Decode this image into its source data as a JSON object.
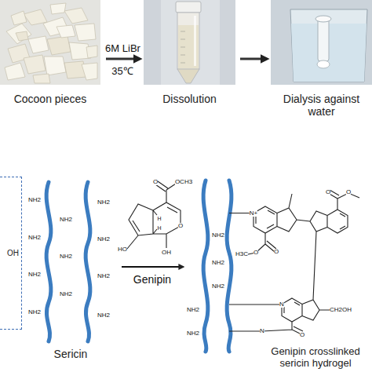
{
  "diagram": {
    "nodes": [
      {
        "text": [
          "Cocoon pieces"
        ]
      },
      {
        "text": [
          "Dissolution"
        ]
      },
      {
        "text": [
          "Dialysis against water"
        ]
      },
      {
        "text": [
          "OH"
        ]
      },
      {
        "text": [
          "Sericin"
        ]
      },
      {
        "text": [
          "Genipin crosslinked sericin hydrogel"
        ]
      }
    ],
    "edges": [
      {
        "from": 0,
        "to": 1,
        "label": "6M LiBr",
        "arrow": "to"
      },
      {
        "from": 1,
        "to": 2,
        "arrow": "to"
      },
      {
        "from": 4,
        "to": 5,
        "label": "Genipin",
        "arrow": "to"
      }
    ],
    "labels": [
      "35℃",
      "NH2",
      "NH2",
      "NH2",
      "NH2",
      "NH2",
      "NH2",
      "NH2",
      "NH2",
      "NH2",
      "NH2",
      "NH2",
      "O",
      "OCH3",
      "H",
      "H",
      "O",
      "OH",
      "HO",
      "NH2",
      "NH2",
      "NH2",
      "NH2",
      "NH2",
      "N+",
      "O",
      "H3C",
      "O",
      "O",
      "O",
      "N",
      "CH2OH",
      "N",
      "O"
    ]
  }
}
